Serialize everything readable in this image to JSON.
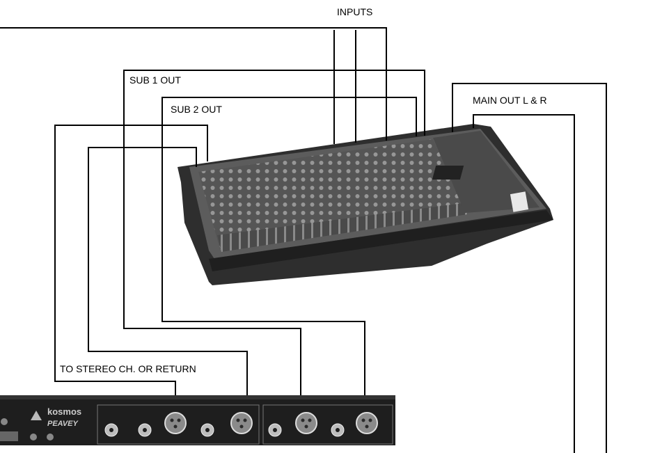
{
  "labels": {
    "inputs": "INPUTS",
    "sub1_out": "SUB 1 OUT",
    "sub2_out": "SUB 2 OUT",
    "main_out": "MAIN OUT L & R",
    "to_stereo": "TO STEREO CH. OR RETURN"
  },
  "logos": {
    "processor_brand": "kosmos",
    "processor_maker": "PEAVEY"
  },
  "colors": {
    "line": "#000000",
    "mixer_body": "#3a3a3a",
    "mixer_top": "#5a5a5a",
    "panel": "#1e1e1e"
  }
}
